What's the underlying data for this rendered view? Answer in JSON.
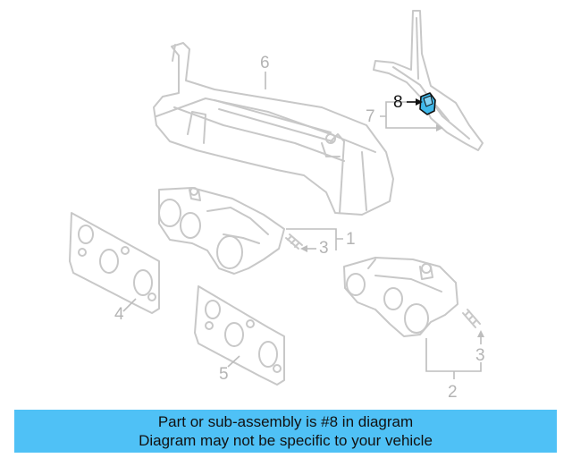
{
  "diagram": {
    "callouts": [
      {
        "id": "1",
        "label": "1"
      },
      {
        "id": "2",
        "label": "2"
      },
      {
        "id": "3a",
        "label": "3"
      },
      {
        "id": "3b",
        "label": "3"
      },
      {
        "id": "4",
        "label": "4"
      },
      {
        "id": "5",
        "label": "5"
      },
      {
        "id": "6",
        "label": "6"
      },
      {
        "id": "7",
        "label": "7"
      },
      {
        "id": "8",
        "label": "8"
      }
    ],
    "highlighted_part": "8",
    "colors": {
      "highlight_part": "#3fb8ea",
      "part_line": "#c8c8c8",
      "banner": "#4fc1f6"
    }
  },
  "banner": {
    "line1": "Part or sub-assembly is #8 in diagram",
    "line2": "Diagram may not be specific to your vehicle"
  }
}
